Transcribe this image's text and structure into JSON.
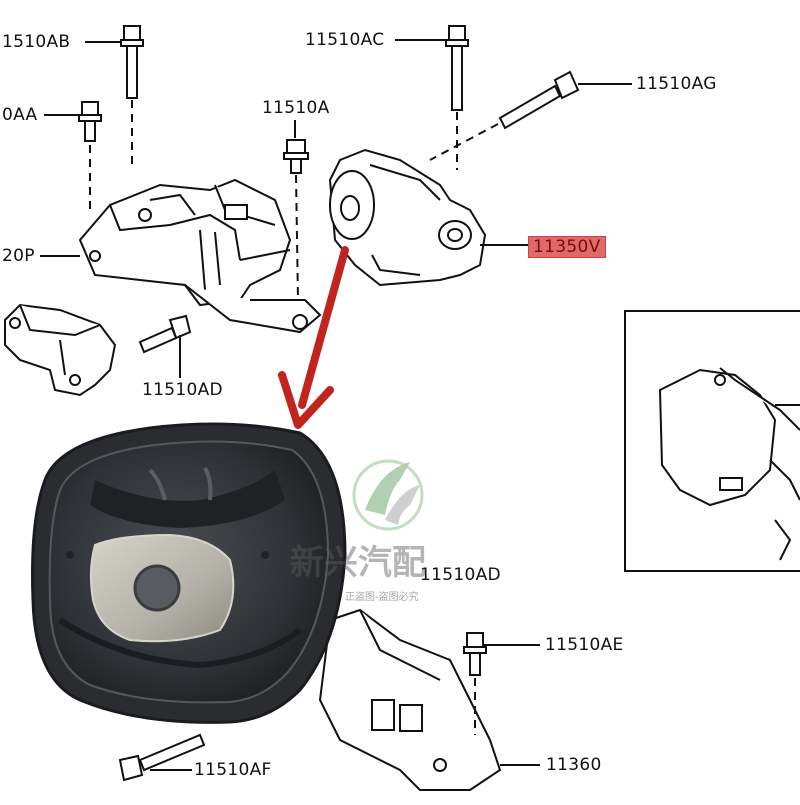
{
  "labels": {
    "ab": "1510AB",
    "ac": "11510AC",
    "ag": "11510AG",
    "aa": "0AA",
    "a": "11510A",
    "p": "20P",
    "v": "11350V",
    "ad_top": "11510AD",
    "ad_mid": "11510AD",
    "ae": "11510AE",
    "af": "11510AF",
    "n360": "11360"
  },
  "watermark": {
    "main": "新兴汽配",
    "sub": "正盗图-盗图必究"
  },
  "colors": {
    "highlight": "#e06a6a",
    "arrow": "#c0241c",
    "rubber": "#3a3d42",
    "metal": "#b9b6ad"
  }
}
